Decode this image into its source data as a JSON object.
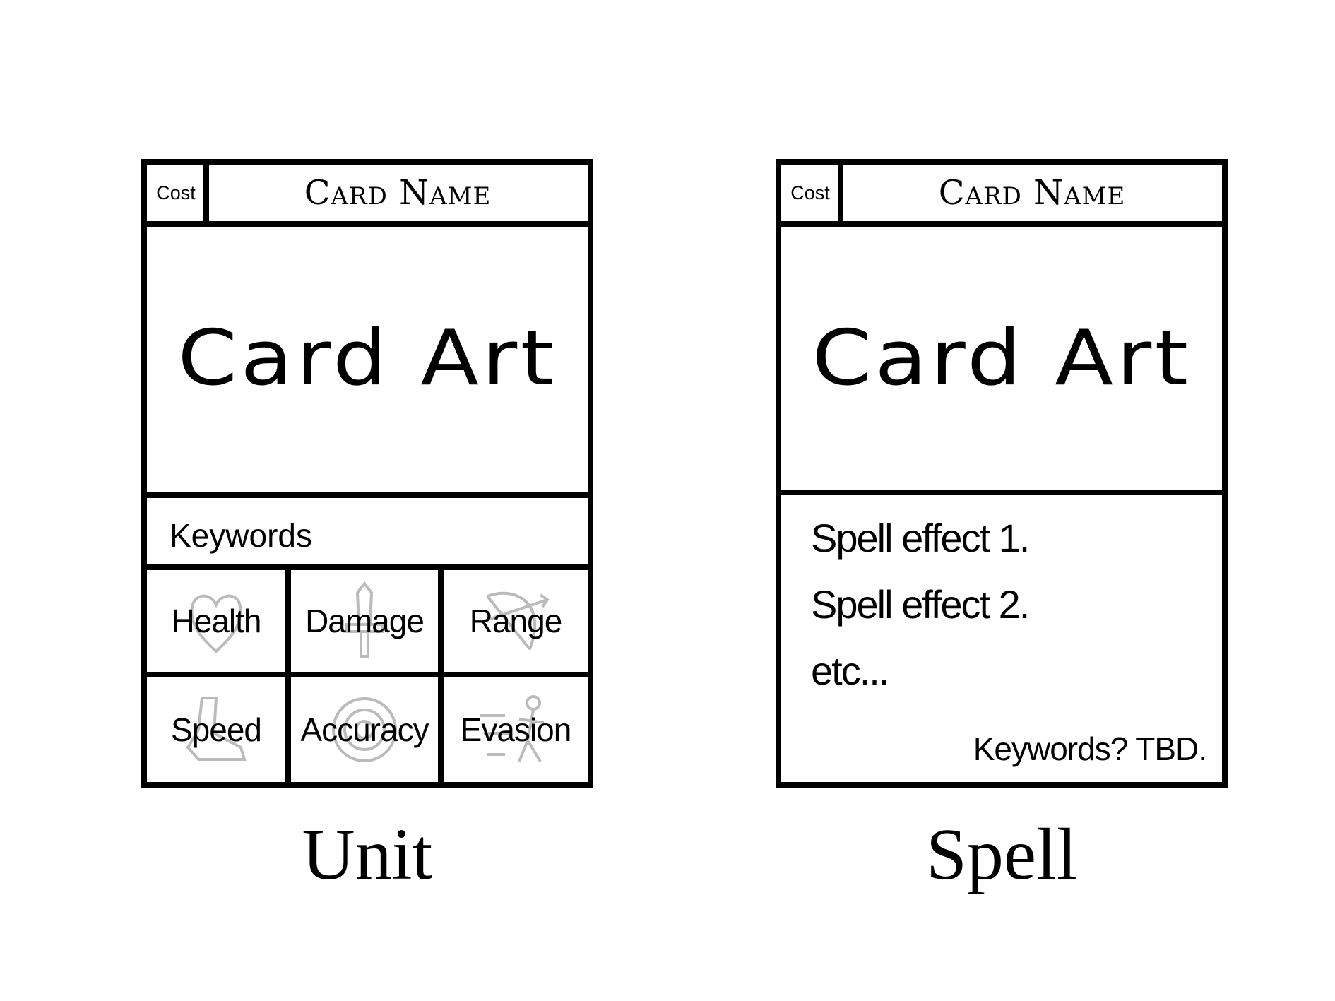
{
  "unit_card": {
    "cost_label": "Cost",
    "card_name": "Card Name",
    "card_art": "Card Art",
    "keywords_label": "Keywords",
    "stats": [
      {
        "label": "Health",
        "icon": "heart-icon"
      },
      {
        "label": "Damage",
        "icon": "sword-icon"
      },
      {
        "label": "Range",
        "icon": "bow-icon"
      },
      {
        "label": "Speed",
        "icon": "boot-icon"
      },
      {
        "label": "Accuracy",
        "icon": "target-icon"
      },
      {
        "label": "Evasion",
        "icon": "dodge-figure-icon"
      }
    ],
    "type_label": "Unit"
  },
  "spell_card": {
    "cost_label": "Cost",
    "card_name": "Card Name",
    "card_art": "Card Art",
    "effects": [
      "Spell effect 1.",
      "Spell effect 2.",
      "etc..."
    ],
    "keywords_note": "Keywords? TBD.",
    "type_label": "Spell"
  },
  "colors": {
    "outline": "#000000",
    "sketch_icons": "#bbbbbb",
    "background": "#ffffff"
  }
}
